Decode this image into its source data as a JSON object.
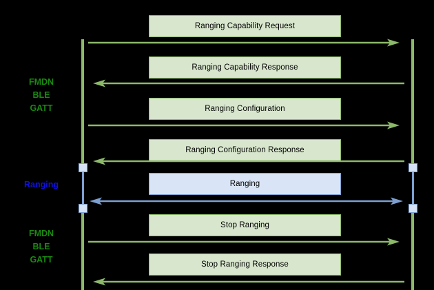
{
  "diagram": {
    "type": "sequence-diagram",
    "background_color": "#000000",
    "colors": {
      "green_stroke": "#8cb96a",
      "green_fill": "#d8e6cd",
      "green_label": "#1a8a10",
      "blue_stroke": "#7d9fd0",
      "blue_fill": "#d9e5f6",
      "blue_label": "#1010e0"
    },
    "phase_labels": [
      {
        "id": "phase-fmdn-top",
        "lines": [
          "FMDN",
          "BLE",
          "GATT"
        ],
        "color": "green"
      },
      {
        "id": "phase-ranging",
        "lines": [
          "Ranging"
        ],
        "color": "blue"
      },
      {
        "id": "phase-fmdn-bottom",
        "lines": [
          "FMDN",
          "BLE",
          "GATT"
        ],
        "color": "green"
      }
    ],
    "messages": [
      {
        "id": "msg-1",
        "label": "Ranging Capability Request",
        "style": "green",
        "direction": "right"
      },
      {
        "id": "msg-2",
        "label": "Ranging Capability Response",
        "style": "green",
        "direction": "left"
      },
      {
        "id": "msg-3",
        "label": "Ranging Configuration",
        "style": "green",
        "direction": "right"
      },
      {
        "id": "msg-4",
        "label": "Ranging Configuration Response",
        "style": "green",
        "direction": "left"
      },
      {
        "id": "msg-5",
        "label": "Ranging",
        "style": "blue",
        "direction": "both"
      },
      {
        "id": "msg-6",
        "label": "Stop Ranging",
        "style": "green",
        "direction": "right"
      },
      {
        "id": "msg-7",
        "label": "Stop Ranging Response",
        "style": "green",
        "direction": "left"
      }
    ]
  }
}
